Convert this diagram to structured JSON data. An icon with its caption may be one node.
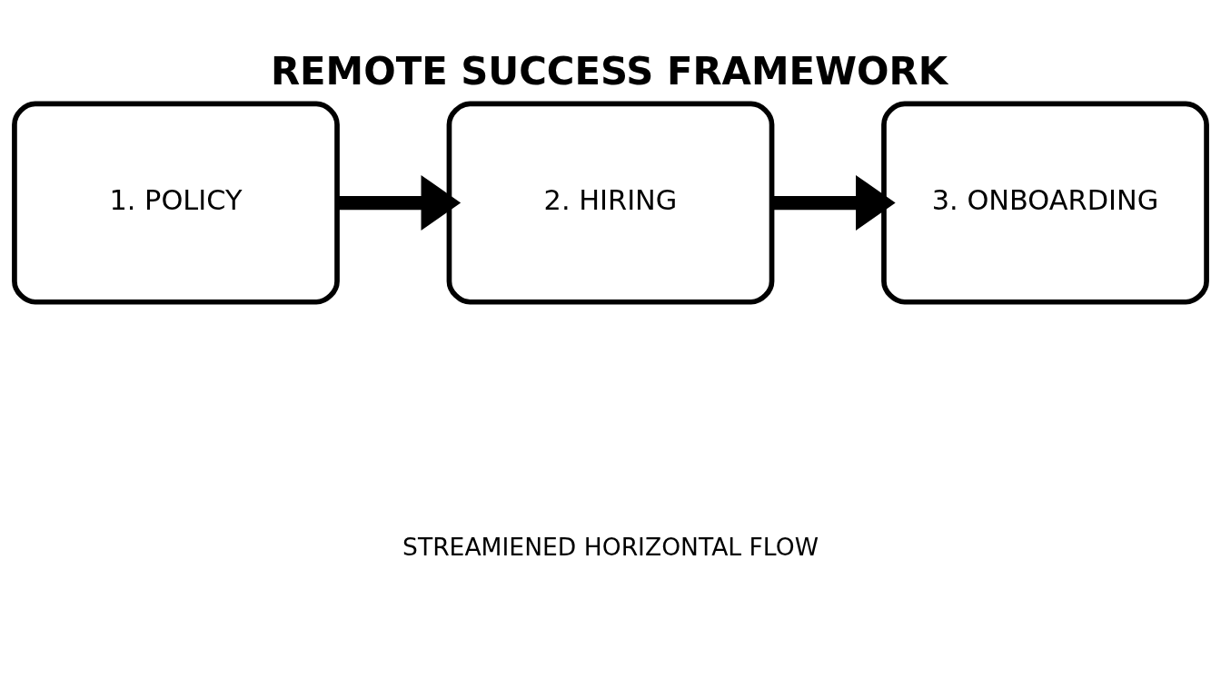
{
  "diagram": {
    "title": "REMOTE SUCCESS FRAMEWORK",
    "caption": "STREAMIENED HORIZONTAL FLOW",
    "nodes": [
      {
        "text": [
          "1. POLICY"
        ]
      },
      {
        "text": [
          "2. HIRING"
        ]
      },
      {
        "text": [
          "3. ONBOARDING"
        ]
      }
    ],
    "edges": [
      {
        "from": 0,
        "to": 1,
        "arrow": "to"
      },
      {
        "from": 1,
        "to": 2,
        "arrow": "to"
      }
    ]
  }
}
